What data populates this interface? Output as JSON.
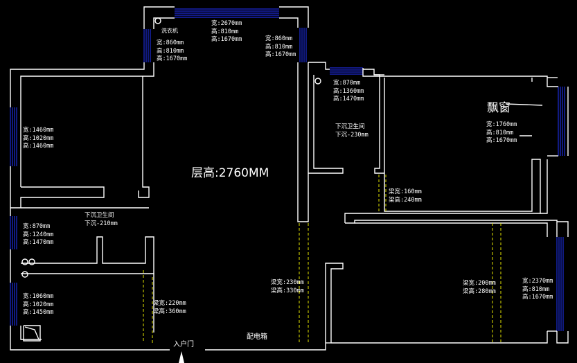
{
  "floor_height": "层高:2760MM",
  "bay_window": "飘窗",
  "entrance": "入户门",
  "electric_box": "配电箱",
  "window_groups": [
    {
      "id": "top",
      "lines": [
        "宽:2670mm",
        "高:810mm",
        "高:1670mm"
      ]
    },
    {
      "id": "top-left",
      "lines": [
        "宽:860mm",
        "高:810mm",
        "高:1670mm"
      ]
    },
    {
      "id": "top-right",
      "lines": [
        "宽:860mm",
        "高:810mm",
        "高:1670mm"
      ]
    },
    {
      "id": "left-upper",
      "lines": [
        "宽:1460mm",
        "高:1020mm",
        "高:1460mm"
      ]
    },
    {
      "id": "left-middle",
      "lines": [
        "宽:870mm",
        "高:1240mm",
        "高:1470mm"
      ]
    },
    {
      "id": "left-lower",
      "lines": [
        "宽:1060mm",
        "高:1020mm",
        "高:1450mm"
      ]
    },
    {
      "id": "bath",
      "lines": [
        "宽:870mm",
        "高:1360mm",
        "高:1470mm"
      ]
    },
    {
      "id": "bay",
      "lines": [
        "宽:1760mm",
        "高:810mm",
        "高:1670mm"
      ]
    },
    {
      "id": "right-lower",
      "lines": [
        "宽:2370mm",
        "高:810mm",
        "高:1670mm"
      ]
    }
  ],
  "sub_labels": [
    {
      "id": "bath-floor",
      "lines": [
        "下沉卫生间",
        "下沉-230mm"
      ]
    },
    {
      "id": "left-floor",
      "lines": [
        "下沉卫生间",
        "下沉-210mm"
      ]
    }
  ],
  "beams": [
    {
      "id": "beam-160",
      "lines": [
        "梁宽:160mm",
        "梁高:240mm"
      ]
    },
    {
      "id": "beam-220",
      "lines": [
        "梁宽:220mm",
        "梁高:360mm"
      ]
    },
    {
      "id": "beam-230",
      "lines": [
        "梁宽:230mm",
        "梁高:330mm"
      ]
    },
    {
      "id": "beam-200",
      "lines": [
        "梁宽:200mm",
        "梁高:280mm"
      ]
    }
  ],
  "legend": "洗衣机",
  "colors": {
    "wall": "#ffffff",
    "window": "#1c2bd6",
    "beam": "#e6e600",
    "bg": "#000000"
  }
}
